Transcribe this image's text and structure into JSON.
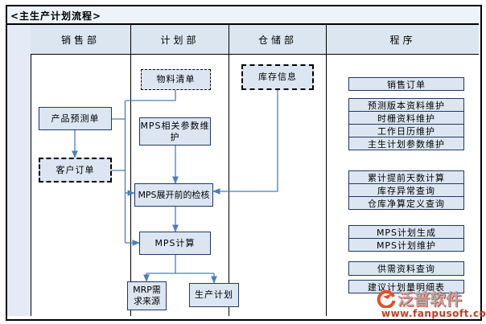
{
  "title": "<主生产计划流程>",
  "lanes": {
    "sales": "销售部",
    "planning": "计划部",
    "warehouse": "仓储部",
    "program": "程序"
  },
  "nodes": {
    "bom": "物料清单",
    "inventory_info": "库存信息",
    "product_forecast": "产品预测单",
    "customer_order": "客户订单",
    "mps_params": "MPS相关参数维护",
    "mps_precheck": "MPS展开前的检核",
    "mps_calc": "MPS计算",
    "mrp_source": "MRP需求来源",
    "production_plan": "生产计划"
  },
  "programs": {
    "sales_order": "销售订单",
    "forecast_version": "预测版本资料维护",
    "time_fence": "时栅资料维护",
    "work_calendar": "工作日历维护",
    "master_plan_params": "主生计划参数维护",
    "cumulative_lead_days": "累计提前天数计算",
    "inventory_exception": "库存异常查询",
    "warehouse_netting": "仓库净算定义查询",
    "mps_generate": "MPS计划生成",
    "mps_maintain": "MPS计划维护",
    "supply_demand_query": "供需资料查询",
    "suggested_plan_detail": "建议计划量明细表"
  },
  "watermark": {
    "brand": "泛普软件",
    "url": "www.fanpusoft.com"
  },
  "colors": {
    "box_fill": "#dce6f2",
    "box_border": "#1f3864",
    "header_fill": "#dce6f1",
    "strip_fill": "#e4ebf7",
    "arrow": "#4a7ebb",
    "watermark_red": "#c53a24"
  }
}
